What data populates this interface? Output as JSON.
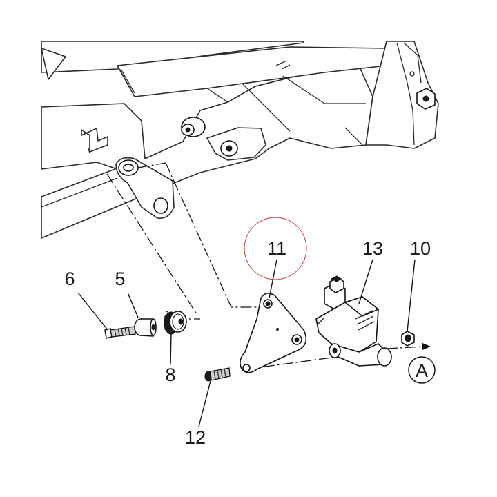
{
  "callouts": {
    "part_5": "5",
    "part_6": "6",
    "part_8": "8",
    "part_10": "10",
    "part_11": "11",
    "part_12": "12",
    "part_13": "13",
    "view_a": "A"
  },
  "colors": {
    "highlight_circle": "#c0393b",
    "line": "#1a1a1a",
    "background": "#ffffff"
  }
}
